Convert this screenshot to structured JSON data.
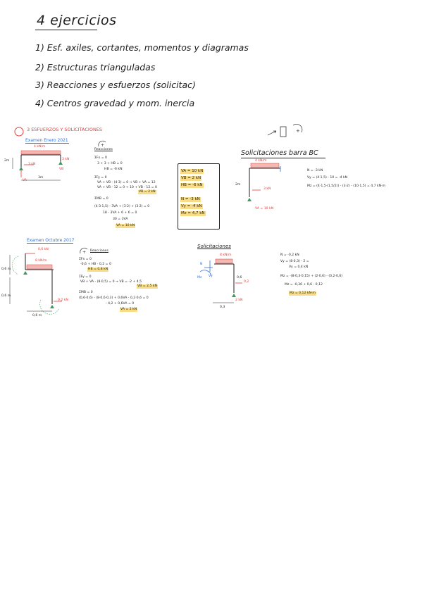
{
  "header": {
    "title": "4 ejercicios",
    "list": [
      "1) Esf. axiles, cortantes, momentos y diagramas",
      "2) Estructuras trianguladas",
      "3) Reacciones y esfuerzos (solicitac)",
      "4) Centros gravedad y mom. inercia"
    ]
  },
  "section3": {
    "heading": "3 ESFUERZOS Y SOLICITACIONES",
    "exam1": {
      "label": "Examen Enero 2021",
      "reacciones_label": "Reacciones",
      "eq_lines": [
        "ΣFx = 0",
        "3 + 3 + HB = 0",
        "HB = -6 kN",
        "ΣFy = 0",
        "VA + VB - (4·3) = 0 → VB + VA = 12",
        "VA + VB - 12 = 0 → 10 + VB - 12 = 0",
        "VB = 2 kN",
        "ΣMB = 0",
        "(4·3·1,5) - 3VA + (3·2) + (3·2) = 0",
        "18 - 3VA + 6 + 6 = 0",
        "30 = 3VA",
        "VA = 10 kN"
      ],
      "boxed": [
        "VA = 10 kN",
        "VB = 2 kN",
        "HB = -6 kN",
        "N = -3 kN",
        "Vy = -4 kN",
        "Mz = 4,7 kN"
      ],
      "diagram_labels": [
        "4 kN/m",
        "3 kN",
        "3 kN",
        "2m",
        "3m",
        "VA",
        "VB",
        "HB"
      ],
      "solicitaciones_title": "Solicitaciones barra BC",
      "sol_lines": [
        "N = -3 kN",
        "Vy = (4·1,5) - 10 = -4 kN",
        "Mz = (4·1,5·(1,5/2)) - (3·2) - (10·1,5) = 4,7 kN·m"
      ],
      "sol_diagram_labels": [
        "4 kN/m",
        "3 kN",
        "2m",
        "VA = 10 kN",
        "3 kN"
      ]
    },
    "exam2": {
      "label": "Examen Octubre 2017",
      "reacciones_label": "Reacciones",
      "eq_lines": [
        "ΣFx = 0",
        "-0,6 + HB - 0,2 = 0",
        "HB = 0,8 kN",
        "ΣFy = 0",
        "VB + VA - (8·0,5) = 0 → VB = -2 + 4,5",
        "VB = 2,5 kN",
        "ΣMB = 0",
        "(0,6·0,6) - (8·0,6·0,3) + 0,6VA - 0,2·0,6 = 0",
        "- 4,2 + 0,6VA = 0",
        "VA = 2 kN"
      ],
      "diagram_labels": [
        "0,6 kN",
        "8 kN/m",
        "0,2 kN",
        "0,6 m",
        "0,6 m",
        "0,6 m"
      ],
      "solicitaciones_title": "Solicitaciones",
      "sol_lines": [
        "N = -0,2 kN",
        "Vy = (8·0,3) - 2 =",
        "Vy = 0,4 kN",
        "Mz = -(8·0,3·0,15) + (2·0,6) - (0,2·0,6)",
        "Mz = -0,36 + 0,6 - 0,12",
        "Mz = 0,12 kN·m"
      ],
      "sol_diagram_labels": [
        "8 kN/m",
        "N",
        "Vy",
        "Mz",
        "0,6",
        "0,3",
        "0,2",
        "2 kN"
      ]
    }
  }
}
